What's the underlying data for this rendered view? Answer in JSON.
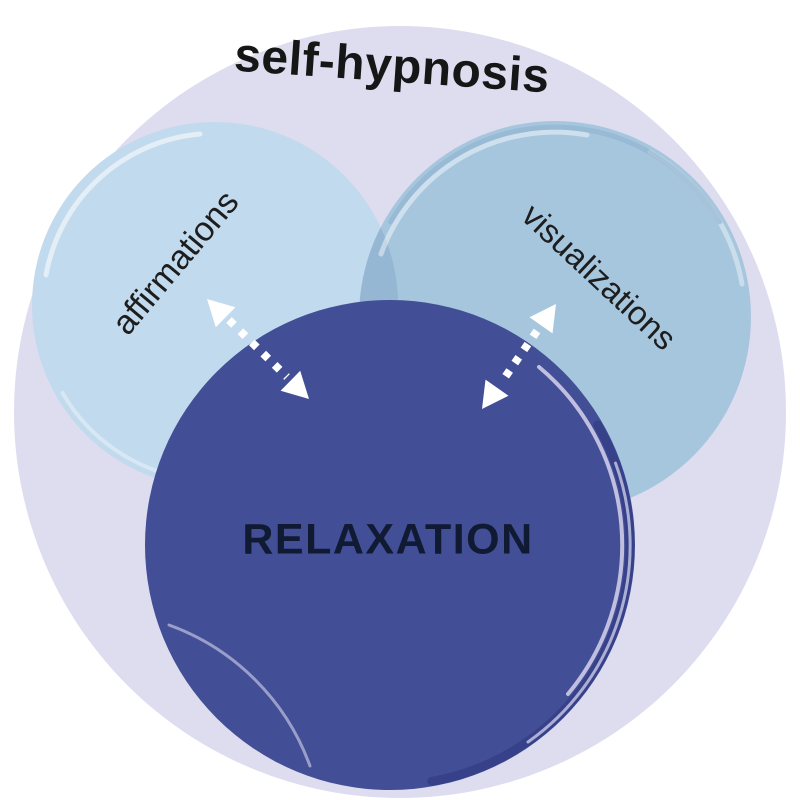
{
  "diagram": {
    "type": "venn",
    "title": "self-hypnosis",
    "nodes": [
      {
        "id": "affirmations",
        "label": "affirmations",
        "color": "#c2daee"
      },
      {
        "id": "visualizations",
        "label": "visualizations",
        "color": "#a6c6de"
      },
      {
        "id": "relaxation",
        "label": "RELAXATION",
        "color": "#424e96"
      }
    ],
    "overlap_color": "#96b7d3",
    "background_circle_color": "#dedcef",
    "arrow_color": "#ffffff",
    "accent_ring_color": "#36418a",
    "text_colors": {
      "title": "#161616",
      "labels": "#1d1d1d",
      "relaxation": "#101a33"
    },
    "connections": [
      {
        "from": "relaxation",
        "to": "affirmations",
        "style": "dotted-double-arrow"
      },
      {
        "from": "relaxation",
        "to": "visualizations",
        "style": "dotted-double-arrow"
      }
    ]
  }
}
